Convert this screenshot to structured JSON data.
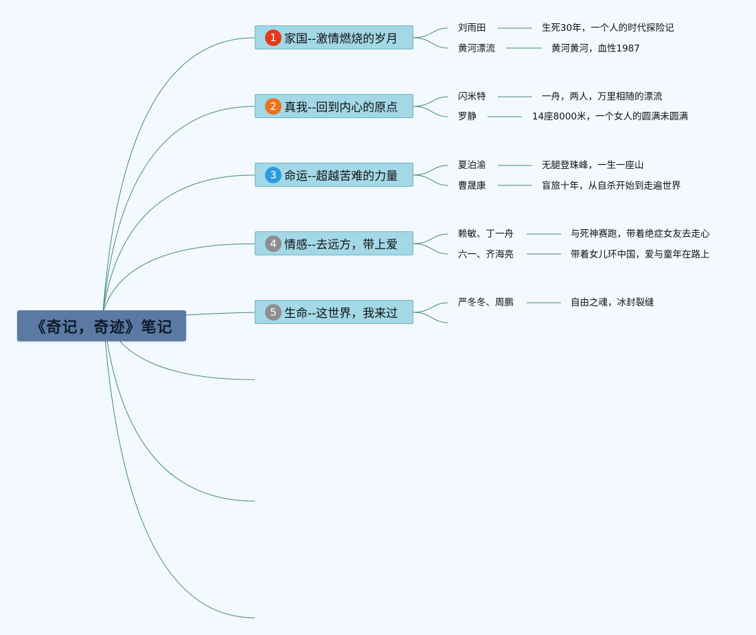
{
  "root": {
    "title": "《奇记，奇迹》笔记",
    "color": "#5a7aa3"
  },
  "link_color": "#3e8a78",
  "branches": [
    {
      "number": "1",
      "badge_color": "#e23a1a",
      "title": "家国--激情燃烧的岁月",
      "children": [
        {
          "name": "刘雨田",
          "desc": "生死30年，一个人的时代探险记"
        },
        {
          "name": "黄河漂流",
          "desc": "黄河黄河，血性1987"
        }
      ]
    },
    {
      "number": "2",
      "badge_color": "#e8731f",
      "title": "真我--回到内心的原点",
      "children": [
        {
          "name": "闪米特",
          "desc": "一舟，两人，万里相随的漂流"
        },
        {
          "name": "罗静",
          "desc": "14座8000米，一个女人的圆满未圆满"
        }
      ]
    },
    {
      "number": "3",
      "badge_color": "#2a9be0",
      "title": "命运--超越苦难的力量",
      "children": [
        {
          "name": "夏泊渝",
          "desc": "无腿登珠峰，一生一座山"
        },
        {
          "name": "曹晟康",
          "desc": "盲旅十年，从自杀开始到走遍世界"
        }
      ]
    },
    {
      "number": "4",
      "badge_color": "#8e8e8e",
      "title": "情感--去远方，带上爱",
      "children": [
        {
          "name": "赖敏、丁一舟",
          "desc": "与死神赛跑，带着绝症女友去走心"
        },
        {
          "name": "六一、齐海亮",
          "desc": "带着女儿环中国，爱与童年在路上"
        }
      ]
    },
    {
      "number": "5",
      "badge_color": "#8e8e8e",
      "title": "生命--这世界，我来过",
      "children": [
        {
          "name": "严冬冬、周鹏",
          "desc": "自由之魂，冰封裂缝"
        },
        {
          "name": "",
          "desc": ""
        }
      ]
    }
  ]
}
